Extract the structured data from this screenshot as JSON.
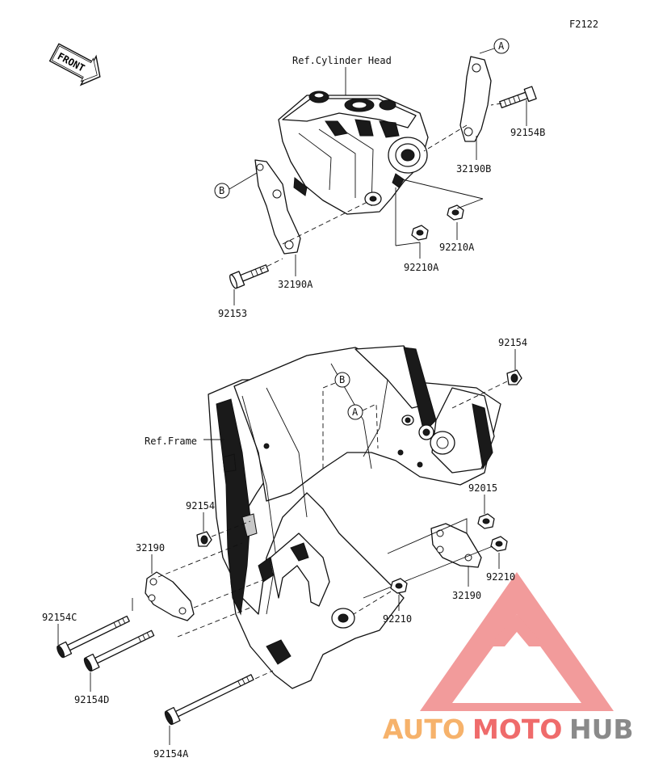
{
  "diagram_id": "F2122",
  "front_label": "FRONT",
  "refs": {
    "cylinder_head": "Ref.Cylinder Head",
    "frame": "Ref.Frame"
  },
  "callouts": {
    "a_top": "A",
    "b_top": "B",
    "a_frame": "A",
    "b_frame": "B"
  },
  "parts": {
    "p92154b": "92154B",
    "p32190b": "32190B",
    "p92210a_right": "92210A",
    "p92210a_left": "92210A",
    "p32190a": "32190A",
    "p92153": "92153",
    "p92154_top": "92154",
    "p92154_left": "92154",
    "p92015": "92015",
    "p32190_left": "32190",
    "p32190_right": "32190",
    "p92210_right": "92210",
    "p92210_mid": "92210",
    "p92154c": "92154C",
    "p92154d": "92154D",
    "p92154a": "92154A"
  },
  "watermark": {
    "part1": "AUTO",
    "part2": "MOTO",
    "part3": "HUB"
  },
  "colors": {
    "watermark_orange": "#f6b26b",
    "watermark_red": "#ef6b6b",
    "watermark_gray": "#8a8a8a",
    "watermark_triangle": "#f08a8a"
  }
}
